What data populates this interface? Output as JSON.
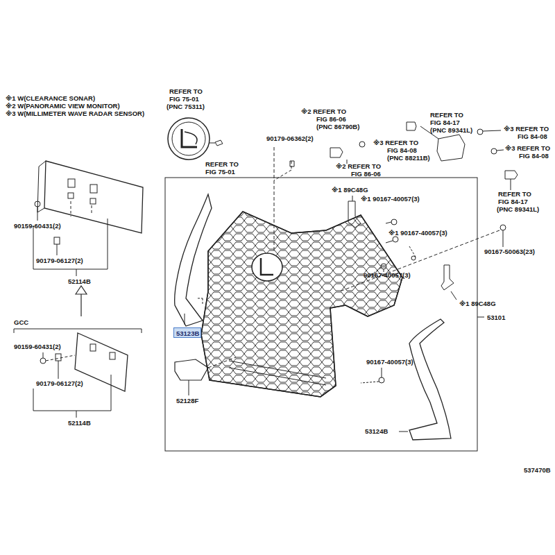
{
  "diagram": {
    "nodes": [
      {
        "text": [
          "53123B"
        ]
      }
    ],
    "labels": [
      "※1 W(CLEARANCE SONAR)",
      "※2 W(PANORAMIC VIEW MONITOR)",
      "※3 W(MILLIMETER WAVE RADAR SENSOR)",
      "REFER TO",
      "FIG 75-01",
      "(PNC 75311)",
      "REFER TO",
      "FIG 75-01",
      "90179-06362(2)",
      "※2 REFER TO",
      "FIG 86-06",
      "(PNC 86790B)",
      "※2 REFER TO",
      "FIG 86-06",
      "REFER TO",
      "FIG 84-17",
      "(PNC 89341L)",
      "※3 REFER TO",
      "FIG 84-08",
      "(PNC 88211B)",
      "※3 REFER TO",
      "FIG 84-08",
      "※3 REFER TO",
      "FIG 84-08",
      "REFER TO",
      "FIG 84-17",
      "(PNC 89341L)",
      "※1 89C48G",
      "※1 90167-40057(3)",
      "※1 90167-40057(3)",
      "90167-50063(23)",
      "90167-40057(3)",
      "※1 89C48G",
      "53101",
      "90167-40057(3)",
      "52128F",
      "53124B",
      "537470B",
      "90159-60431(2)",
      "90179-06127(2)",
      "52114B",
      "GCC",
      "90159-60431(2)",
      "90179-06127(2)",
      "52114B"
    ]
  }
}
